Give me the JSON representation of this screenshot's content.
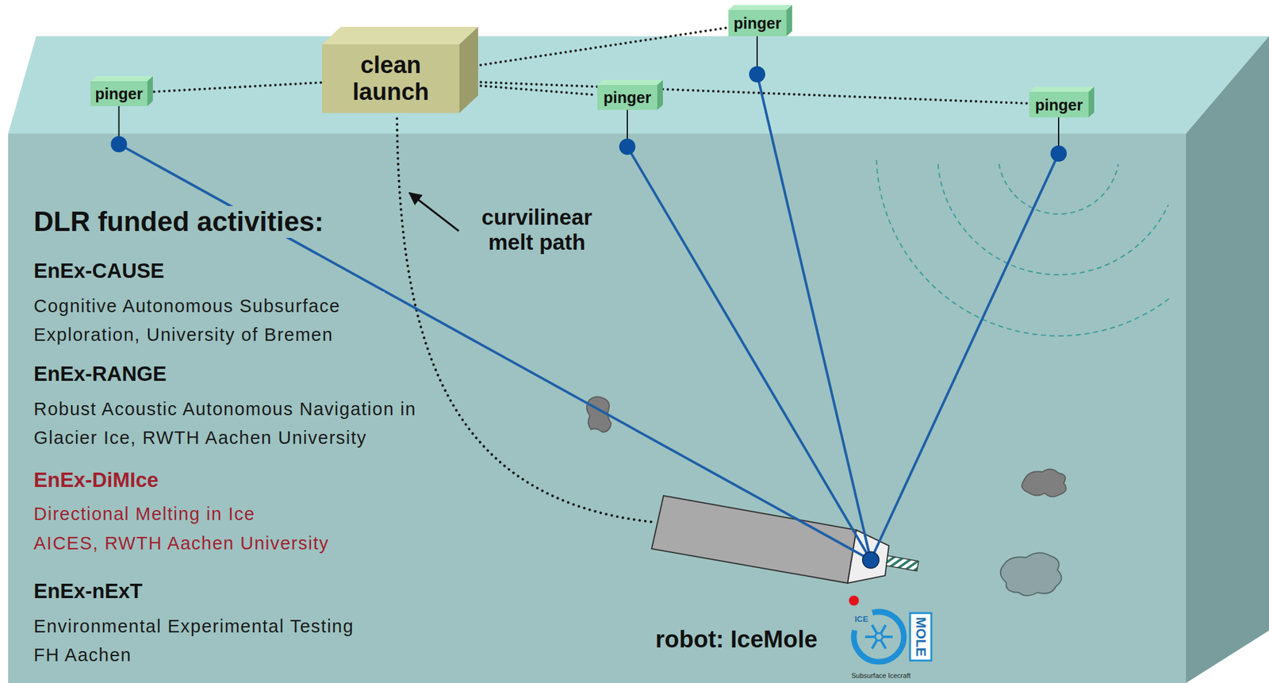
{
  "diagram": {
    "nodes": [
      {
        "text": [
          "pinger"
        ]
      },
      {
        "text": [
          "clean launch"
        ]
      },
      {
        "text": [
          "pinger"
        ]
      },
      {
        "text": [
          "pinger"
        ]
      },
      {
        "text": [
          "pinger"
        ]
      }
    ],
    "edges": [
      {
        "from": 1,
        "to": 0,
        "arrow": "none"
      },
      {
        "from": 1,
        "to": 2,
        "arrow": "none"
      },
      {
        "from": 1,
        "to": 3,
        "arrow": "none"
      },
      {
        "from": 1,
        "to": 4,
        "arrow": "none"
      }
    ],
    "labels": [
      "curvilinear melt path",
      "DLR funded activities:",
      "EnEx-CAUSE",
      "Cognitive Autonomous Subsurface Exploration, University of Bremen",
      "EnEx-RANGE",
      "Robust Acoustic Autonomous Navigation in Glacier Ice, RWTH Aachen University",
      "EnEx-DiMIce",
      "Directional Melting in Ice",
      "AICES, RWTH Aachen University",
      "EnEx-nExT",
      "Environmental Experimental Testing",
      "FH Aachen",
      "robot: IceMole",
      "ICE",
      "MOLE",
      "Subsurface Icecraft"
    ]
  }
}
